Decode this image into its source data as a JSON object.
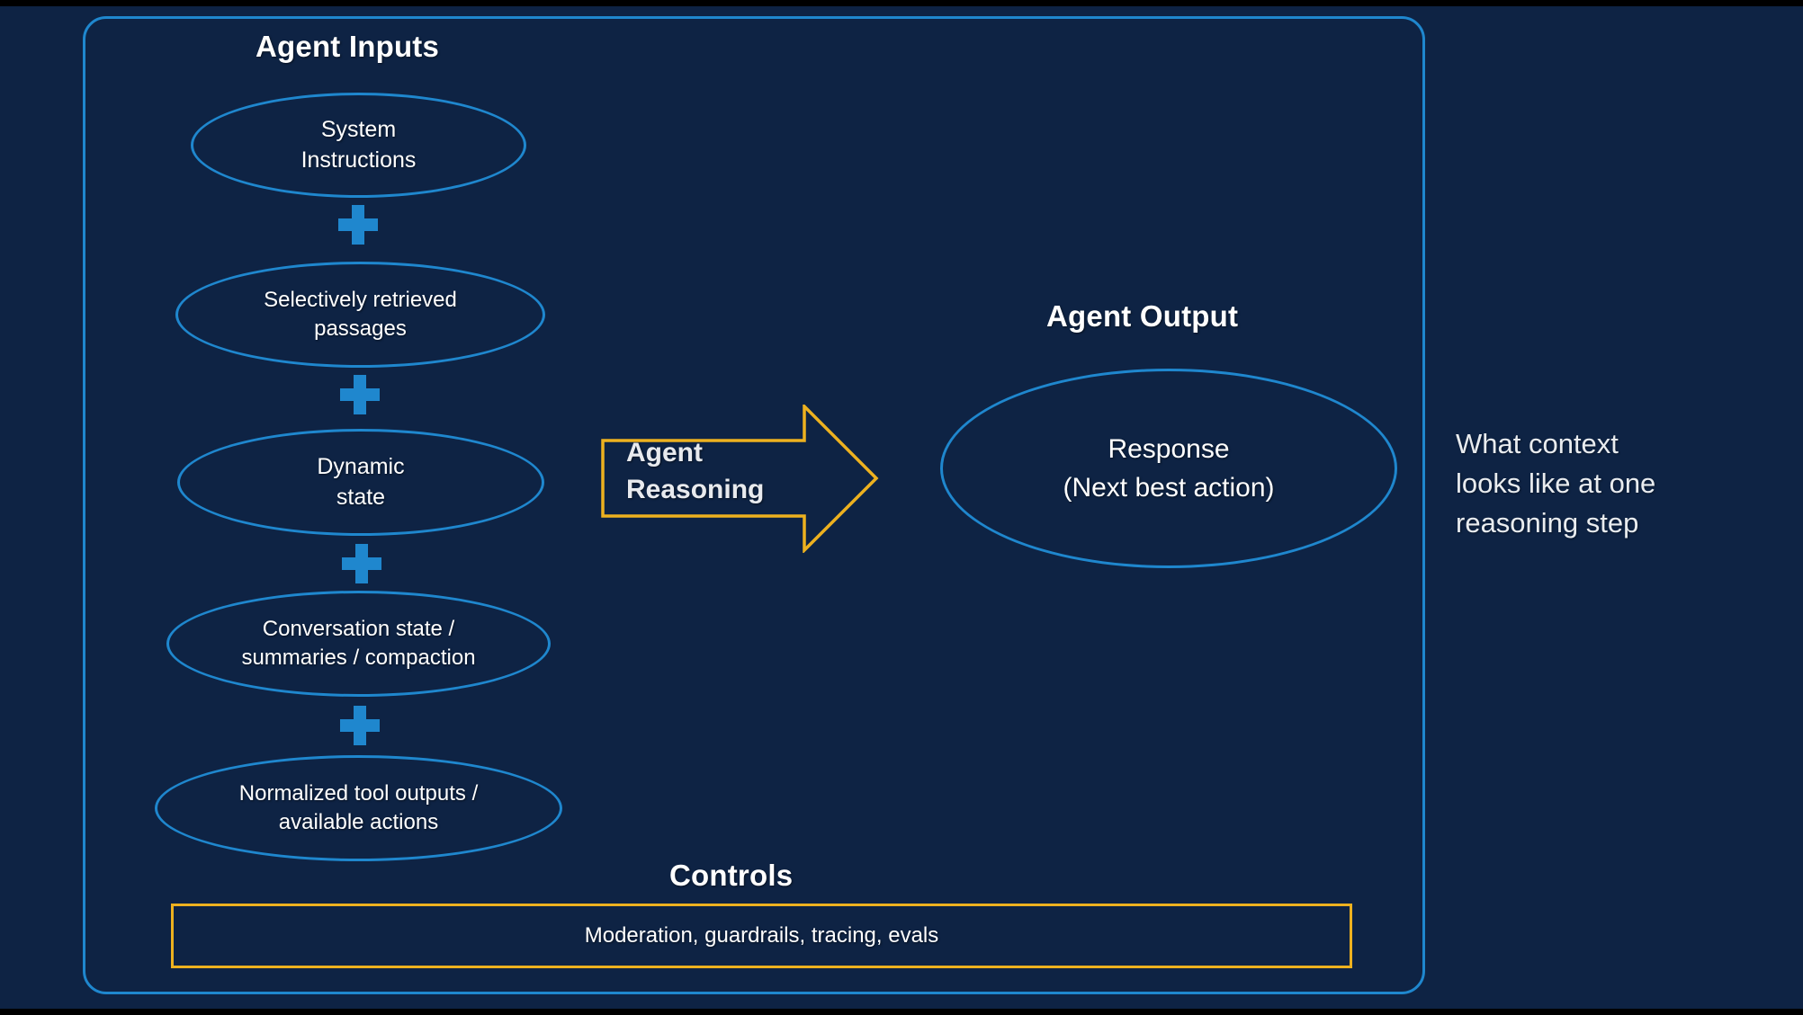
{
  "theme": {
    "background": "#0e2344",
    "accent_blue": "#1f87ce",
    "accent_gold": "#edb11f",
    "text": "#ffffff"
  },
  "headings": {
    "agent_inputs": "Agent Inputs",
    "agent_output": "Agent Output",
    "controls": "Controls"
  },
  "inputs": {
    "nodes": [
      {
        "line1": "System",
        "line2": "Instructions"
      },
      {
        "line1": "Selectively retrieved",
        "line2": "passages"
      },
      {
        "line1": "Dynamic",
        "line2": "state"
      },
      {
        "line1": "Conversation state /",
        "line2": "summaries / compaction"
      },
      {
        "line1": "Normalized tool outputs /",
        "line2": "available actions"
      }
    ],
    "connector": "plus"
  },
  "reasoning": {
    "line1": "Agent",
    "line2": "Reasoning"
  },
  "output": {
    "line1": "Response",
    "line2": "(Next best action)"
  },
  "controls": {
    "items_text": "Moderation, guardrails, tracing, evals"
  },
  "caption": {
    "line1": "What context",
    "line2": "looks like at one",
    "line3": "reasoning step"
  }
}
